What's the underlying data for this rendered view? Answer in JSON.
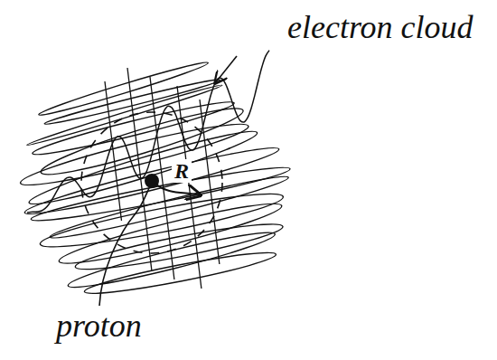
{
  "diagram": {
    "labels": [
      "electron cloud",
      "proton",
      "R"
    ]
  }
}
